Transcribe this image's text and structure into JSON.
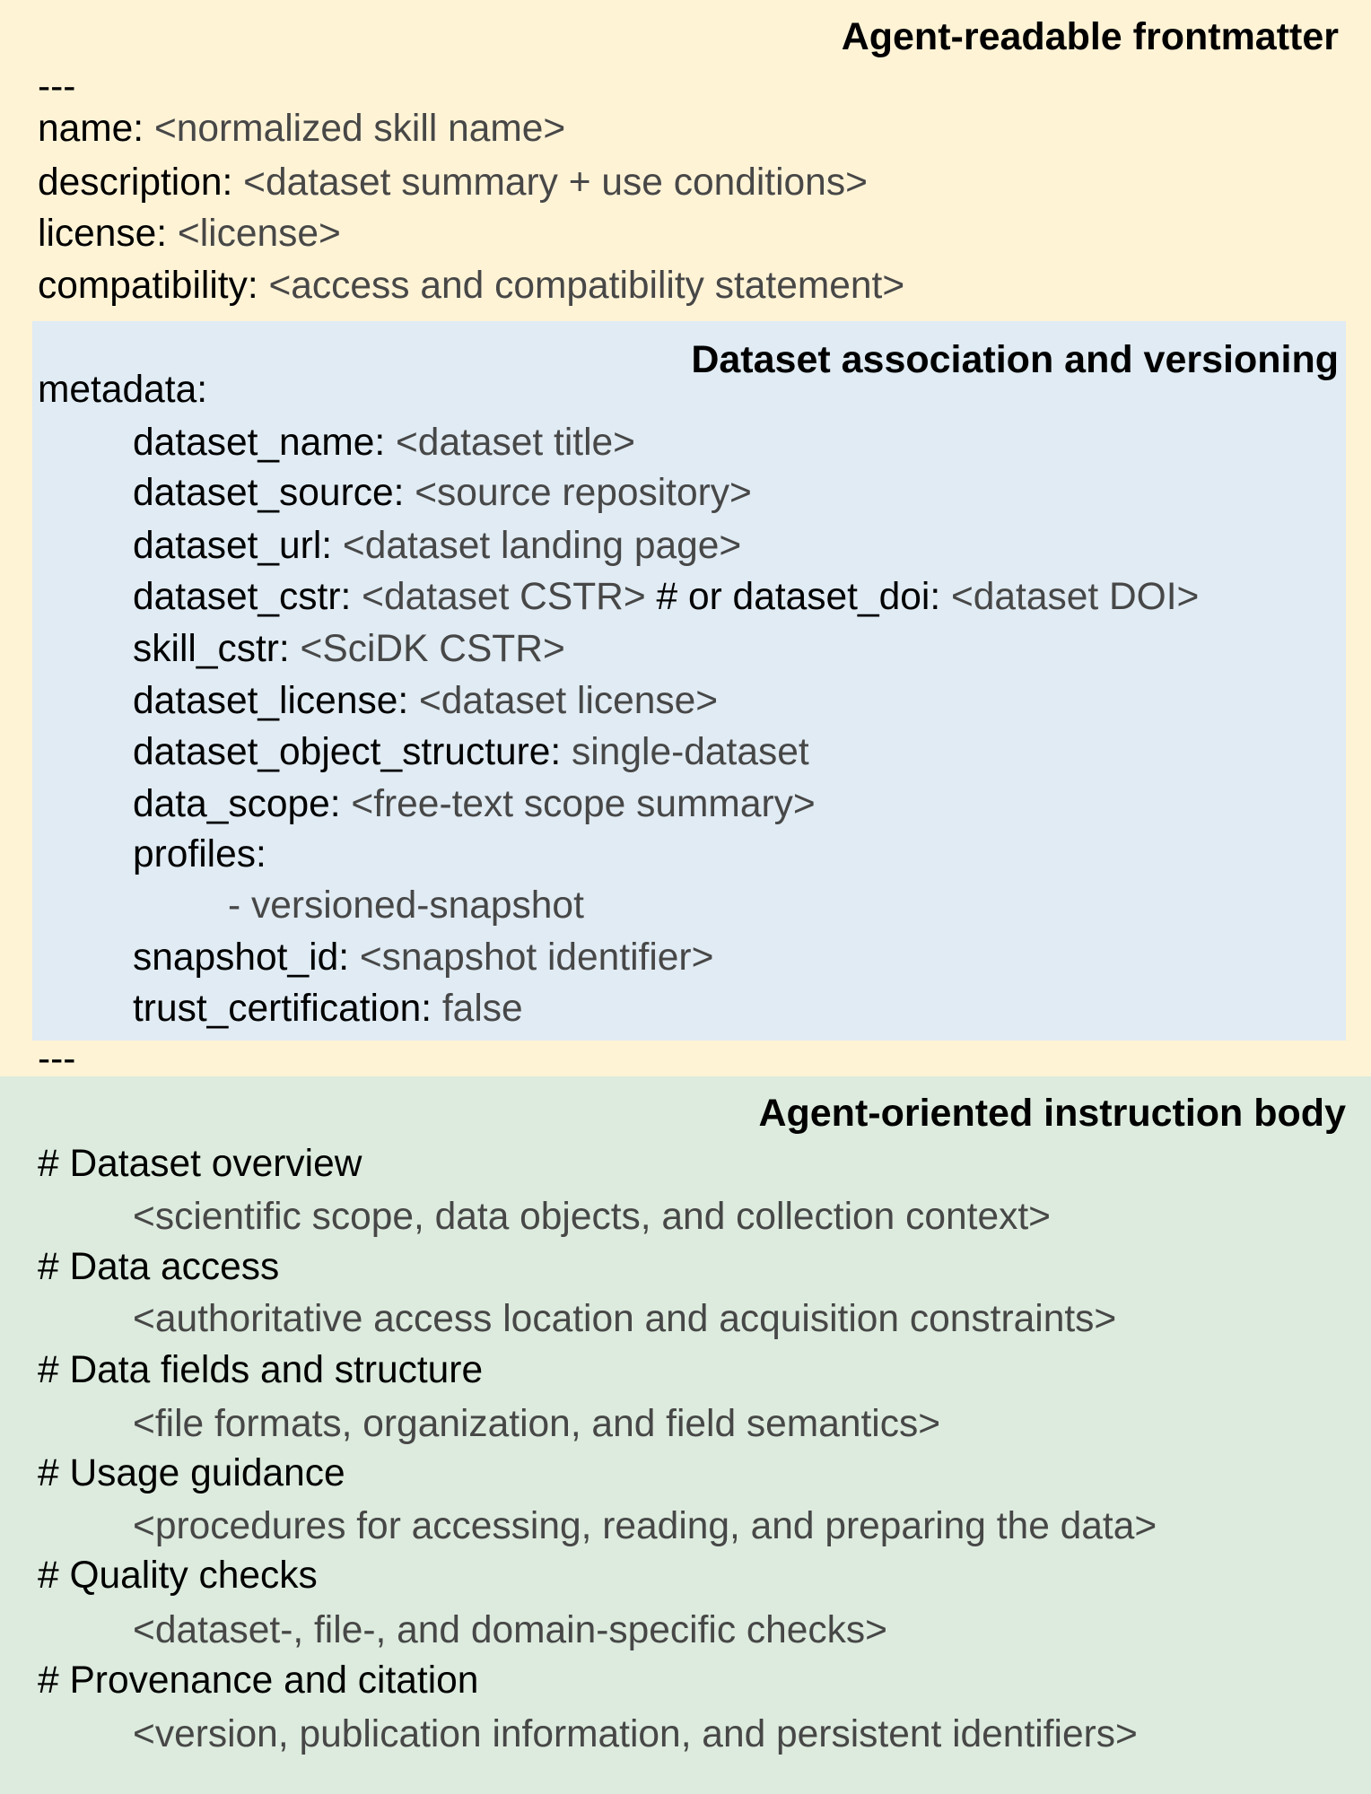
{
  "frontmatter": {
    "heading": "Agent-readable frontmatter",
    "open_delimiter": "---",
    "fields": [
      {
        "key": "name:",
        "value": "<normalized skill name>"
      },
      {
        "key": "description:",
        "value": "<dataset summary + use conditions>"
      },
      {
        "key": "license:",
        "value": "<license>"
      },
      {
        "key": "compatibility:",
        "value": "<access and compatibility statement>"
      }
    ],
    "close_delimiter": "---"
  },
  "metadata": {
    "heading": "Dataset association and versioning",
    "key": "metadata:",
    "fields": [
      {
        "key": "dataset_name:",
        "value": "<dataset title>"
      },
      {
        "key": "dataset_source:",
        "value": "<source repository>"
      },
      {
        "key": "dataset_url:",
        "value": "<dataset landing page>"
      },
      {
        "key": "dataset_cstr:",
        "value": "<dataset CSTR>",
        "comment_key": "# or dataset_doi:",
        "comment_value": "<dataset DOI>"
      },
      {
        "key": "skill_cstr:",
        "value": "<SciDK CSTR>"
      },
      {
        "key": "dataset_license:",
        "value": "<dataset license>"
      },
      {
        "key": "dataset_object_structure:",
        "value": "single-dataset"
      },
      {
        "key": "data_scope:",
        "value": "<free-text scope summary>"
      },
      {
        "key": "profiles:",
        "value": ""
      },
      {
        "key": "snapshot_id:",
        "value": "<snapshot identifier>"
      },
      {
        "key": "trust_certification:",
        "value": "false"
      }
    ],
    "profile_item": "- versioned-snapshot"
  },
  "instruction_body": {
    "heading": "Agent-oriented instruction body",
    "sections": [
      {
        "title": "# Dataset overview",
        "content": "<scientific scope, data objects, and collection context>"
      },
      {
        "title": "# Data access",
        "content": "<authoritative access location and acquisition constraints>"
      },
      {
        "title": "# Data fields and structure",
        "content": "<file formats, organization, and field semantics>"
      },
      {
        "title": "# Usage guidance",
        "content": "<procedures for accessing, reading, and preparing the data>"
      },
      {
        "title": "# Quality checks",
        "content": "<dataset-, file-, and domain-specific checks>"
      },
      {
        "title": "# Provenance and citation",
        "content": "<version, publication information, and persistent identifiers>"
      }
    ]
  },
  "colors": {
    "frontmatter_bg": "#fff3d6",
    "metadata_bg": "#e0ebf3",
    "body_bg": "#dcebdd",
    "key_text": "#000000",
    "placeholder_text": "#474747"
  }
}
